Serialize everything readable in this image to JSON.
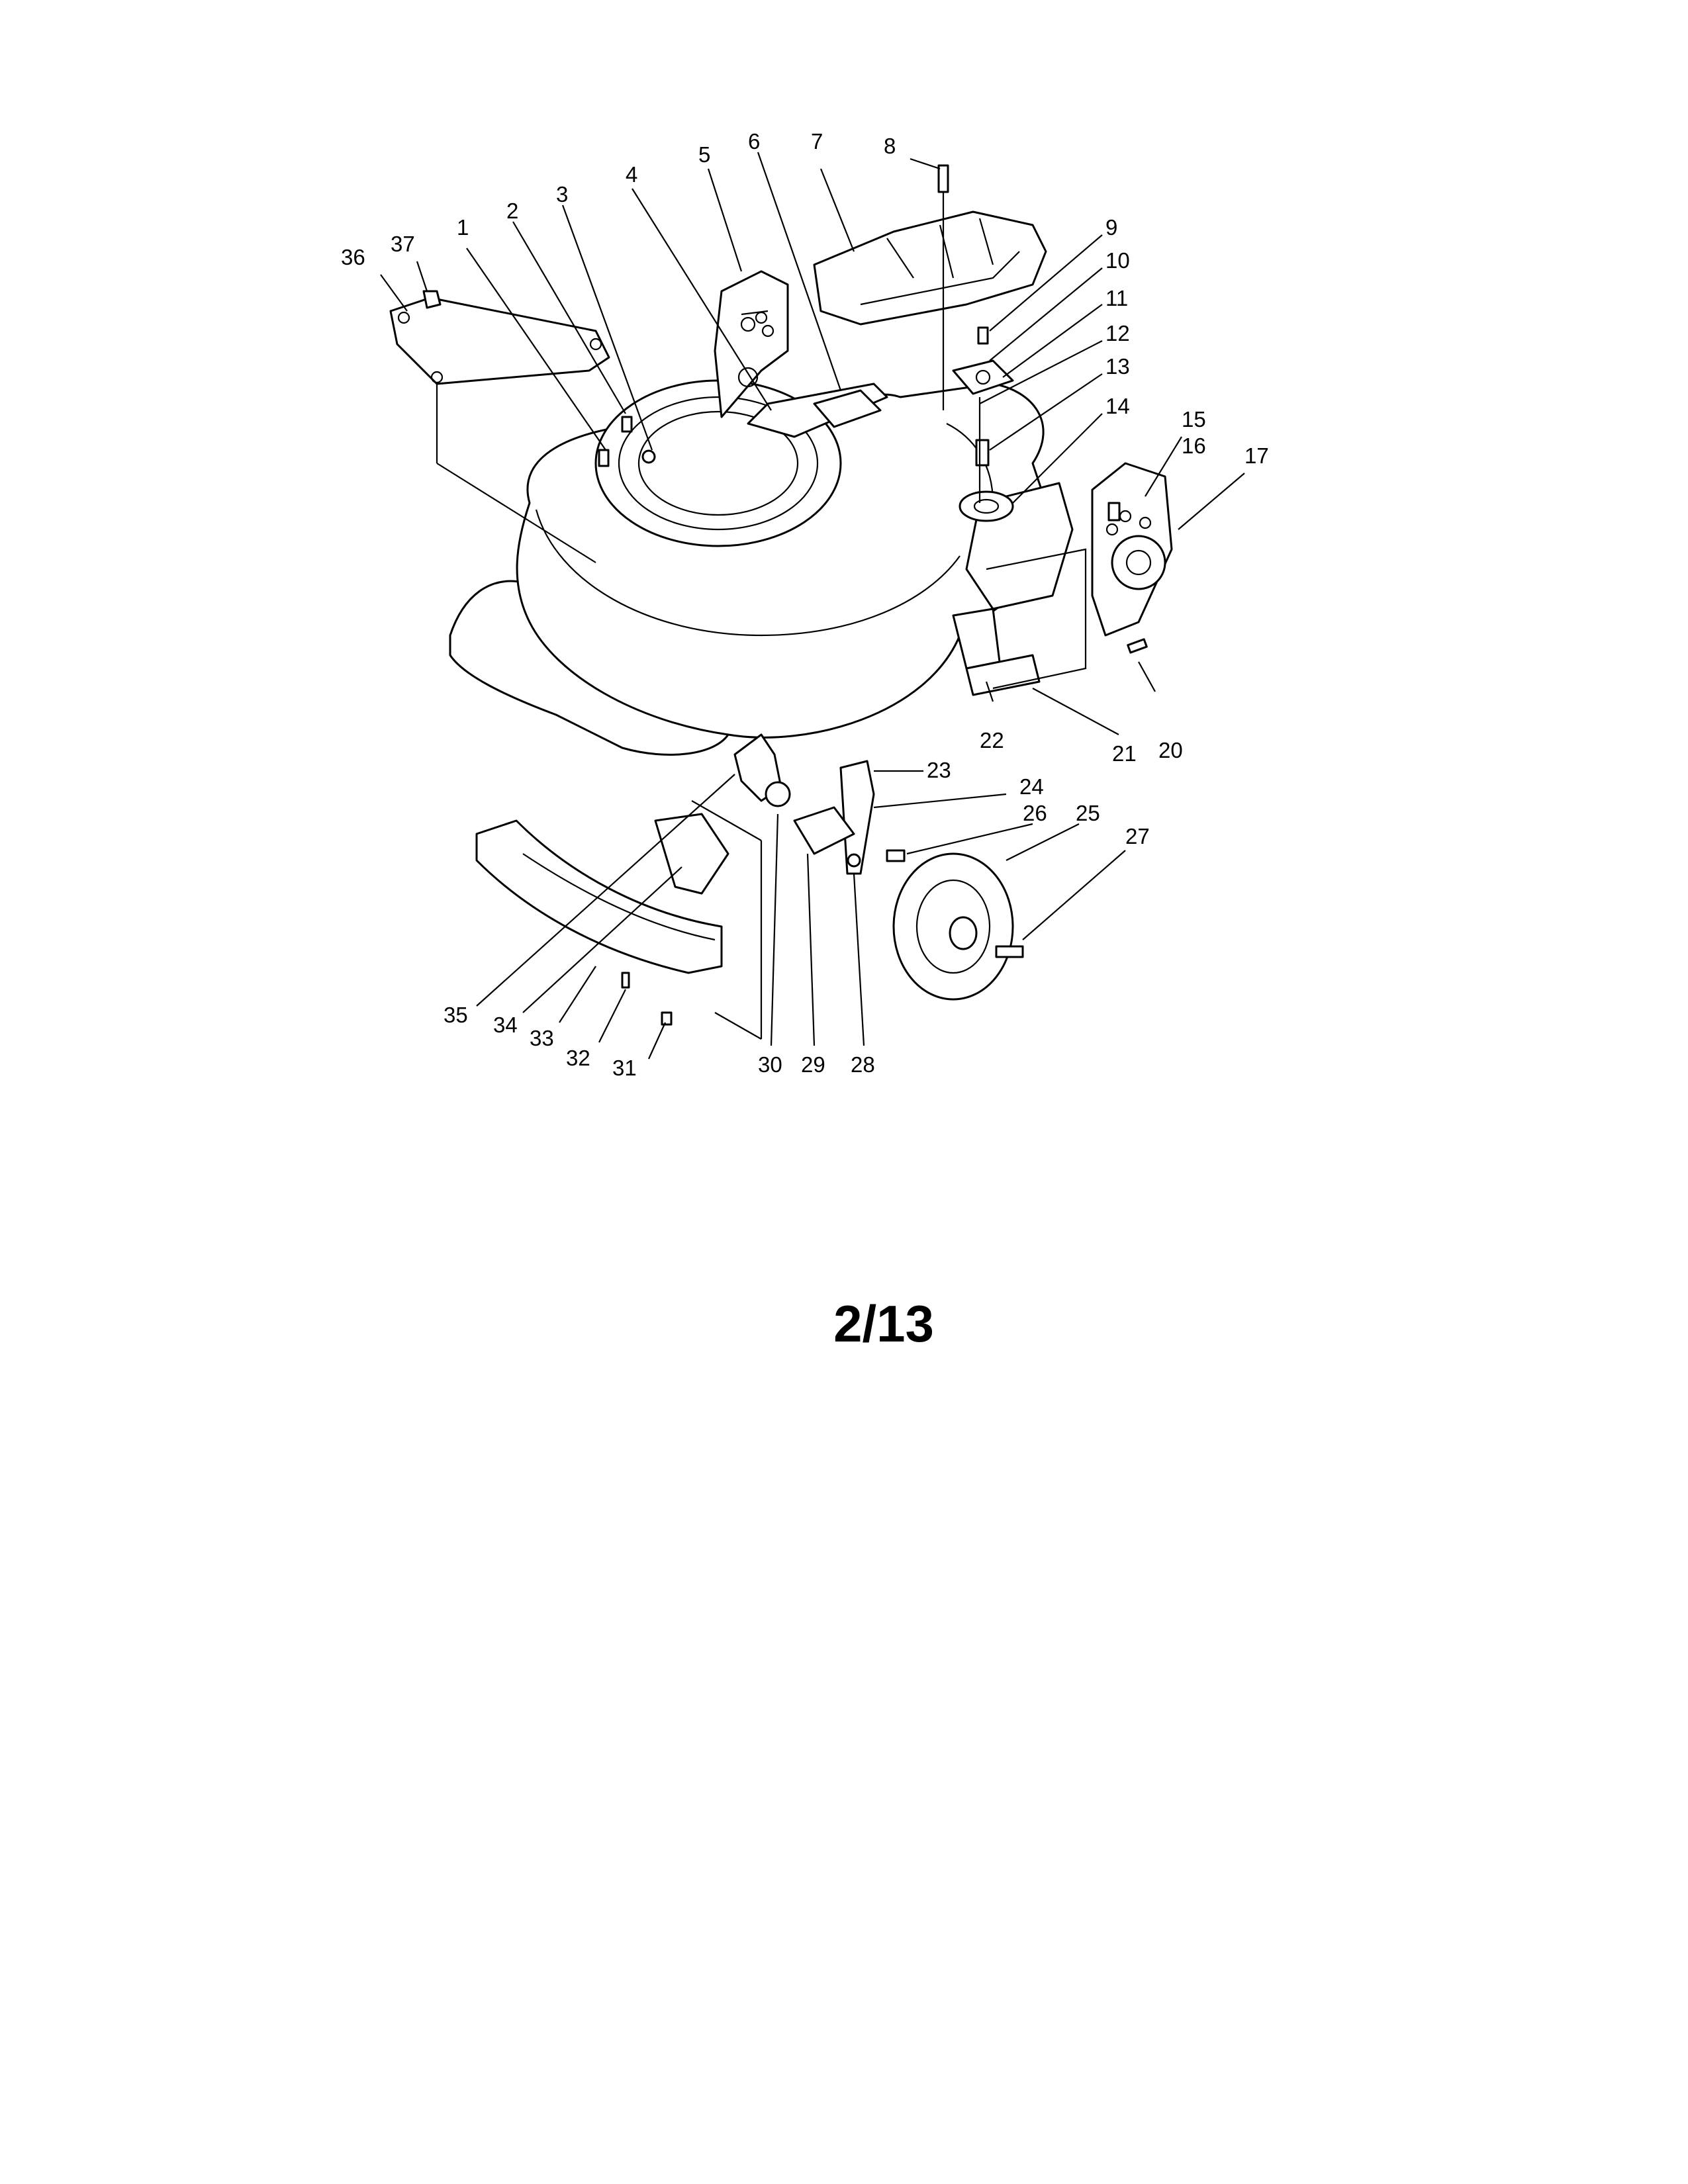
{
  "page_number": "2/13",
  "diagram": {
    "callouts": [
      "1",
      "2",
      "3",
      "4",
      "5",
      "6",
      "7",
      "8",
      "9",
      "10",
      "11",
      "12",
      "13",
      "14",
      "15",
      "16",
      "17",
      "20",
      "21",
      "22",
      "23",
      "24",
      "25",
      "26",
      "27",
      "28",
      "29",
      "30",
      "31",
      "32",
      "33",
      "34",
      "35",
      "36",
      "37"
    ]
  }
}
